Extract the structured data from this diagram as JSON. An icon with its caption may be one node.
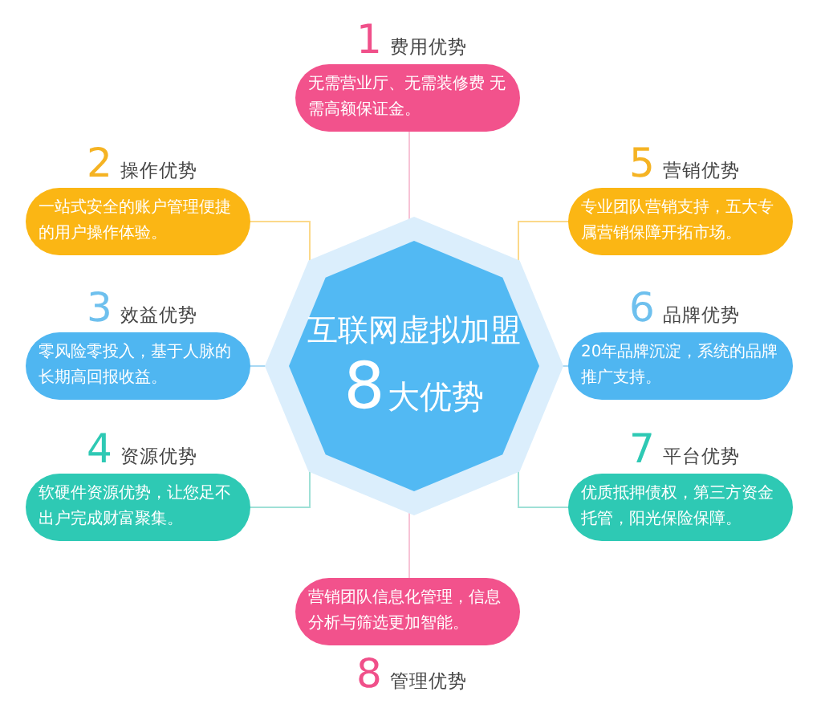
{
  "diagram": {
    "nodes": [
      {
        "text": [
          "互联网虚拟加盟",
          "8",
          "大优势"
        ]
      },
      {
        "text": [
          "1",
          "费用优势",
          "无需营业厅、无需装修费 无需高额保证金。"
        ]
      },
      {
        "text": [
          "2",
          "操作优势",
          "一站式安全的账户管理便捷的用户操作体验。"
        ]
      },
      {
        "text": [
          "3",
          "效益优势",
          "零风险零投入，基于人脉的长期高回报收益。"
        ]
      },
      {
        "text": [
          "4",
          "资源优势",
          "软硬件资源优势，让您足不出户完成财富聚集。"
        ]
      },
      {
        "text": [
          "5",
          "营销优势",
          "专业团队营销支持，五大专属营销保障开拓市场。"
        ]
      },
      {
        "text": [
          "6",
          "品牌优势",
          "20年品牌沉淀，系统的品牌推广支持。"
        ]
      },
      {
        "text": [
          "7",
          "平台优势",
          "优质抵押债权，第三方资金托管，阳光保险保障。"
        ]
      },
      {
        "text": [
          "营销团队信息化管理，信息分析与筛选更加智能。",
          "8",
          "管理优势"
        ]
      }
    ],
    "edges": [
      {
        "from": 0,
        "to": 1,
        "arrow": "none",
        "color": "#f7c3d6"
      },
      {
        "from": 0,
        "to": 2,
        "arrow": "none",
        "color": "#fbd98a"
      },
      {
        "from": 0,
        "to": 3,
        "arrow": "none",
        "color": "#a8d8f4"
      },
      {
        "from": 0,
        "to": 4,
        "arrow": "none",
        "color": "#9fe0d6"
      },
      {
        "from": 0,
        "to": 5,
        "arrow": "none",
        "color": "#fbd98a"
      },
      {
        "from": 0,
        "to": 6,
        "arrow": "none",
        "color": "#a8d8f4"
      },
      {
        "from": 0,
        "to": 7,
        "arrow": "none",
        "color": "#9fe0d6"
      },
      {
        "from": 0,
        "to": 8,
        "arrow": "none",
        "color": "#f7c3d6"
      }
    ]
  }
}
